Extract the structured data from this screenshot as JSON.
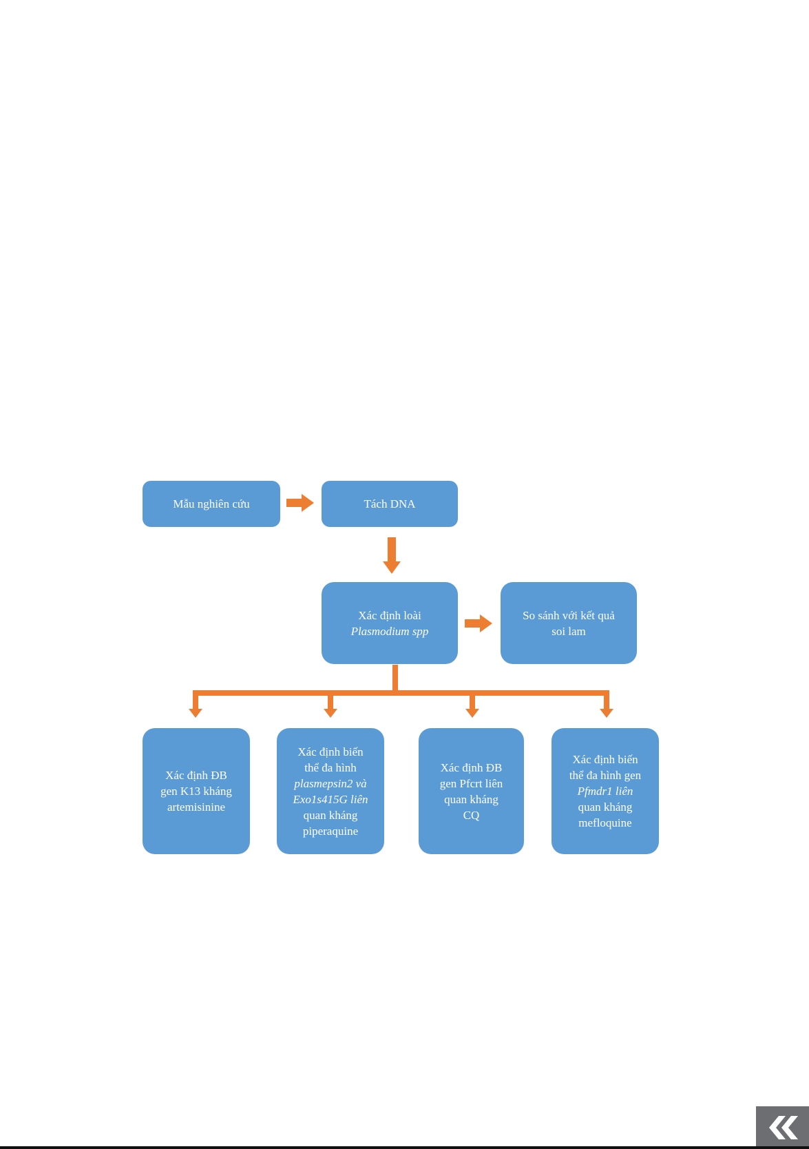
{
  "flowchart": {
    "sample": {
      "lines": [
        {
          "text": "Mẫu nghiên cứu",
          "italic": false
        }
      ]
    },
    "dna_extraction": {
      "lines": [
        {
          "text": "Tách DNA",
          "italic": false
        }
      ]
    },
    "species_id": {
      "lines": [
        {
          "text": "Xác định loài",
          "italic": false
        },
        {
          "text": "Plasmodium spp",
          "italic": true
        }
      ]
    },
    "compare": {
      "lines": [
        {
          "text": "So sánh với kết quả",
          "italic": false
        },
        {
          "text": "soi lam",
          "italic": false
        }
      ]
    },
    "k13": {
      "lines": [
        {
          "text": "Xác định ĐB",
          "italic": false
        },
        {
          "text": "gen K13 kháng",
          "italic": false
        },
        {
          "text": "artemisinine",
          "italic": false
        }
      ]
    },
    "plasmepsin": {
      "lines": [
        {
          "text": "Xác định biến",
          "italic": false
        },
        {
          "text": "thể đa hình",
          "italic": false
        },
        {
          "text": "plasmepsin2 và",
          "italic": true
        },
        {
          "text": "Exo1s415G liên",
          "italic": true
        },
        {
          "text": "quan kháng",
          "italic": false
        },
        {
          "text": "piperaquine",
          "italic": false
        }
      ]
    },
    "pfcrt": {
      "lines": [
        {
          "text": "Xác định ĐB",
          "italic": false
        },
        {
          "text": "gen Pfcrt liên",
          "italic": false
        },
        {
          "text": "quan kháng",
          "italic": false
        },
        {
          "text": "CQ",
          "italic": false
        }
      ]
    },
    "pfmdr1": {
      "lines": [
        {
          "text": "Xác định biến",
          "italic": false
        },
        {
          "text": "thể đa hình gen",
          "italic": false
        },
        {
          "text": "Pfmdr1 liên",
          "italic": true
        },
        {
          "text": "quan kháng",
          "italic": false
        },
        {
          "text": "mefloquine",
          "italic": false
        }
      ]
    }
  },
  "colors": {
    "box_fill": "#5b9bd5",
    "box_text": "#ffffff",
    "arrow": "#ed7d31",
    "nav_button": "#6d6e71"
  },
  "nav": {
    "back_icon": "double-chevron-left-icon"
  }
}
